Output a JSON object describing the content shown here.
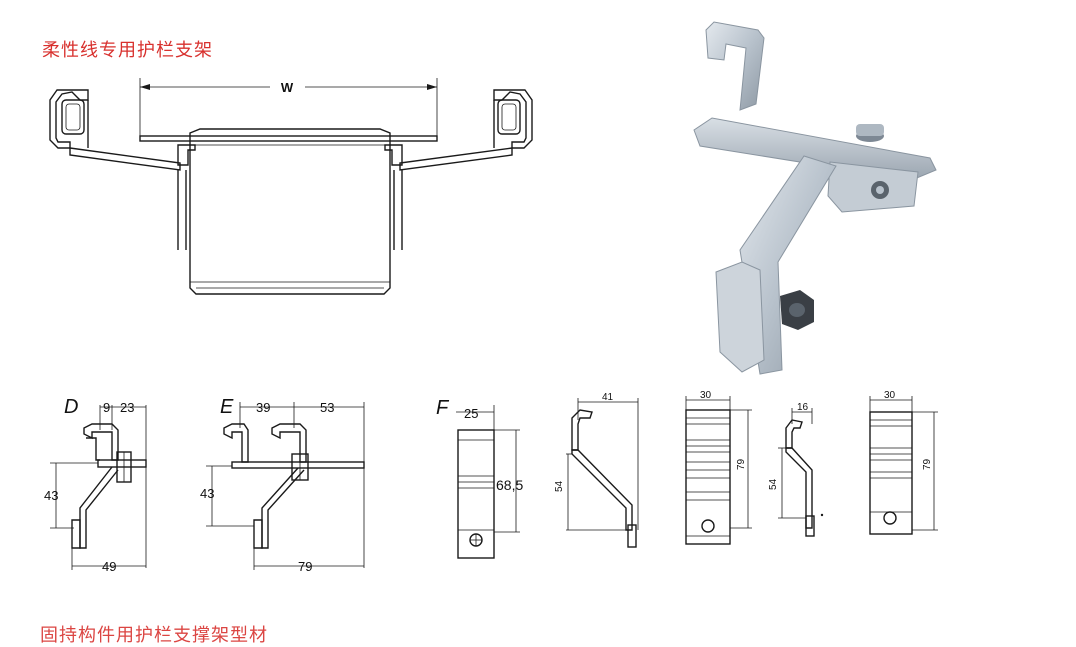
{
  "colors": {
    "title": "#d8312e",
    "line": "#1a1a1a",
    "metal_light": "#d7dde3",
    "metal_mid": "#aeb8c2",
    "metal_dark": "#7d8894",
    "nut": "#3a3f45"
  },
  "header": {
    "title": "柔性线专用护栏支架",
    "width_label": "W"
  },
  "footer": {
    "partial_title": "固持构件用护栏支撑架型材"
  },
  "photo": {
    "icon": "aluminium-bracket-photo"
  },
  "details": {
    "D": {
      "letter": "D",
      "dim_top_left": "9",
      "dim_top_right": "23",
      "dim_height": "43",
      "dim_bottom": "49"
    },
    "E": {
      "letter": "E",
      "dim_top_left": "39",
      "dim_top_right": "53",
      "dim_height": "43",
      "dim_bottom": "79"
    },
    "F": {
      "letter": "F",
      "dim_width": "25",
      "dim_height": "68,5"
    },
    "profile_a": {
      "dim_top": "41",
      "dim_height": "54"
    },
    "front_a": {
      "dim_top": "30",
      "dim_height": "79"
    },
    "profile_b": {
      "dim_top": "16",
      "dim_height": "54"
    },
    "front_b": {
      "dim_top": "30",
      "dim_height": "79"
    }
  }
}
